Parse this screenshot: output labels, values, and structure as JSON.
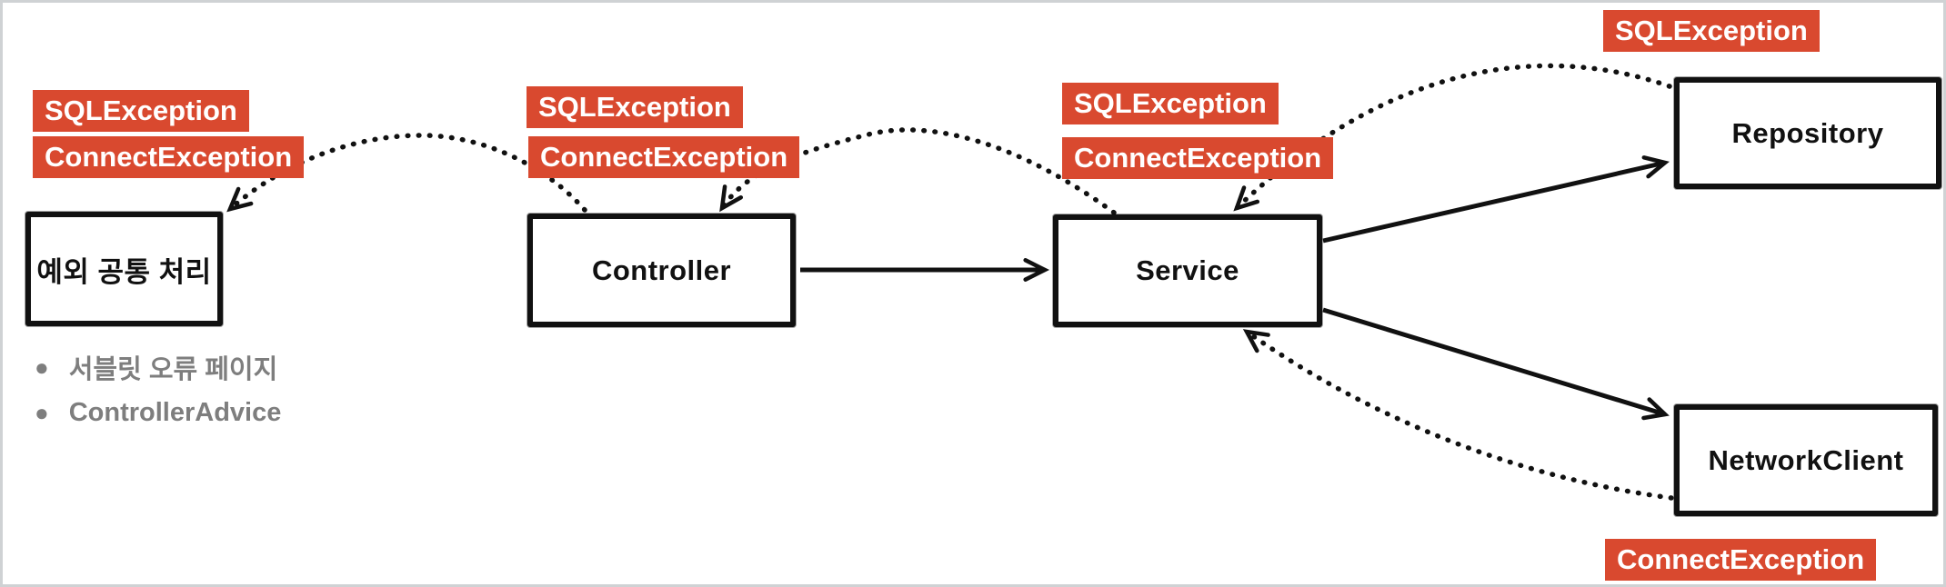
{
  "diagram_title": "exception-propagation-diagram",
  "colors": {
    "badge_background": "#D9492F",
    "badge_text": "#FFFFFF",
    "line_and_border": "#111111",
    "note_text": "#7E7E7E",
    "frame_border": "#CFD2D4",
    "canvas_background": "#FFFFFF"
  },
  "nodes": [
    {
      "id": "exception-handler",
      "label": "예외 공통 처리"
    },
    {
      "id": "controller",
      "label": "Controller"
    },
    {
      "id": "service",
      "label": "Service"
    },
    {
      "id": "repository",
      "label": "Repository"
    },
    {
      "id": "network-client",
      "label": "NetworkClient"
    }
  ],
  "badges": [
    {
      "owner": "exception-handler",
      "text": "SQLException"
    },
    {
      "owner": "exception-handler",
      "text": "ConnectException"
    },
    {
      "owner": "controller",
      "text": "SQLException"
    },
    {
      "owner": "controller",
      "text": "ConnectException"
    },
    {
      "owner": "service",
      "text": "SQLException"
    },
    {
      "owner": "service",
      "text": "ConnectException"
    },
    {
      "owner": "repository",
      "text": "SQLException"
    },
    {
      "owner": "network-client",
      "text": "ConnectException"
    }
  ],
  "notes": [
    {
      "text": "서블릿 오류 페이지"
    },
    {
      "text": "ControllerAdvice"
    }
  ],
  "edges": {
    "solid_calls": [
      "controller-to-service",
      "service-to-repository",
      "service-to-network-client"
    ],
    "dotted_exception_flows": [
      "repository-to-service",
      "network-client-to-service",
      "service-to-controller",
      "controller-to-exception-handler"
    ]
  }
}
